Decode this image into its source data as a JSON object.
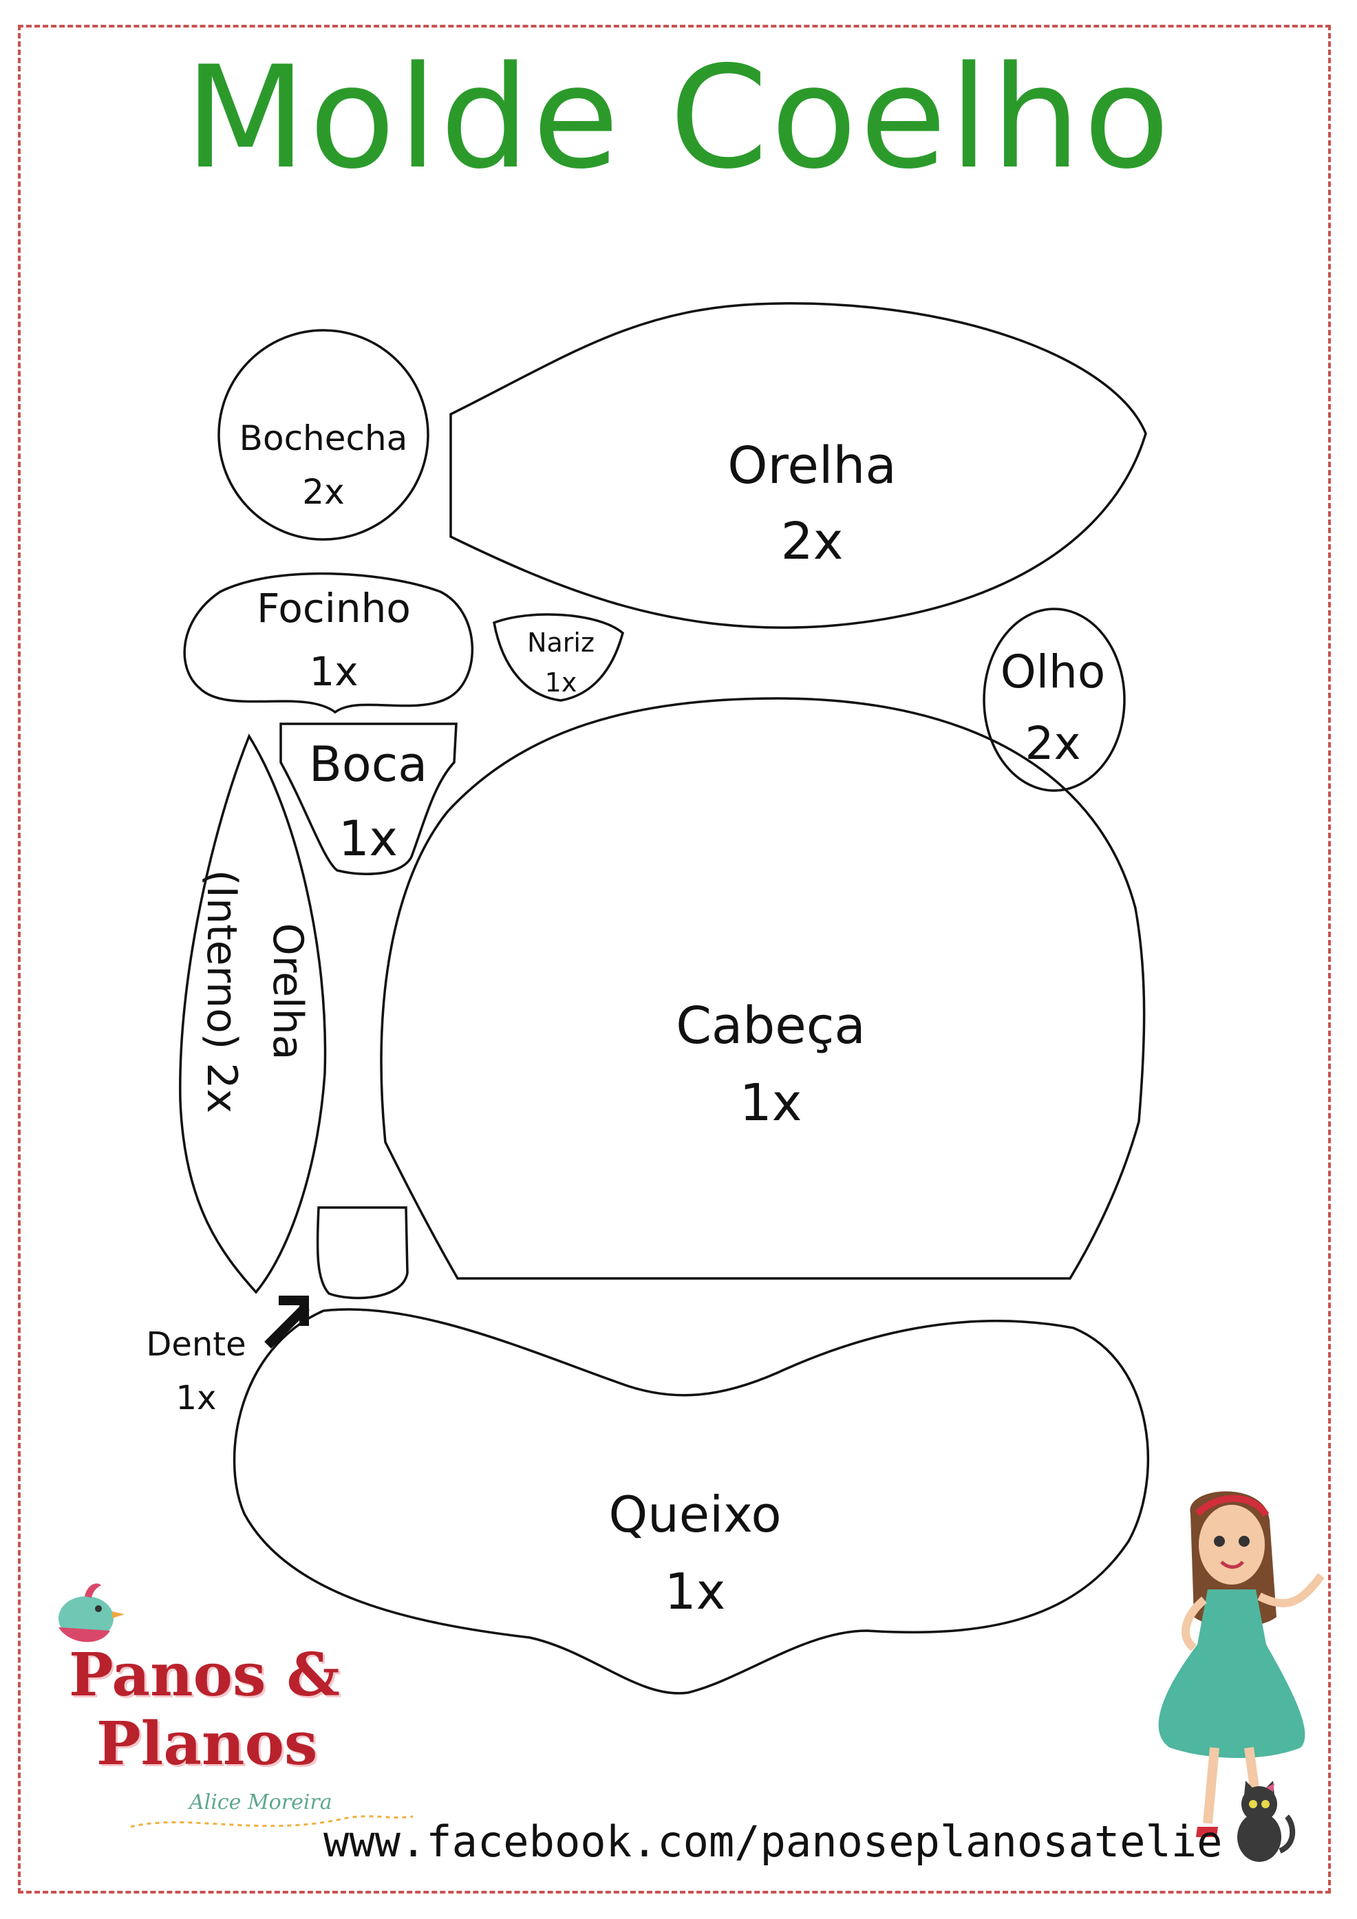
{
  "title": "Molde Coelho",
  "pieces": {
    "bochecha": {
      "name": "Bochecha",
      "qty": "2x"
    },
    "orelha": {
      "name": "Orelha",
      "qty": "2x"
    },
    "focinho": {
      "name": "Focinho",
      "qty": "1x"
    },
    "nariz": {
      "name": "Nariz",
      "qty": "1x"
    },
    "olho": {
      "name": "Olho",
      "qty": "2x"
    },
    "boca": {
      "name": "Boca",
      "qty": "1x"
    },
    "orelha_interno": {
      "name": "Orelha",
      "sub": "(Interno) 2x"
    },
    "cabeca": {
      "name": "Cabeça",
      "qty": "1x"
    },
    "dente": {
      "name": "Dente",
      "qty": "1x"
    },
    "queixo": {
      "name": "Queixo",
      "qty": "1x"
    }
  },
  "brand": {
    "name_line1": "Panos &",
    "name_line2": "Planos",
    "author": "Alice Moreira"
  },
  "footer": {
    "url": "www.facebook.com/panoseplanosatelie"
  },
  "icons": {
    "arrow": "arrow-up-right-icon",
    "bird": "bird-icon",
    "illustration": "girl-illustration",
    "cat": "cat-icon"
  },
  "colors": {
    "title": "#2b9a2b",
    "border": "#c9524f",
    "brand": "#b9222c",
    "dress": "#4fb6a0"
  }
}
